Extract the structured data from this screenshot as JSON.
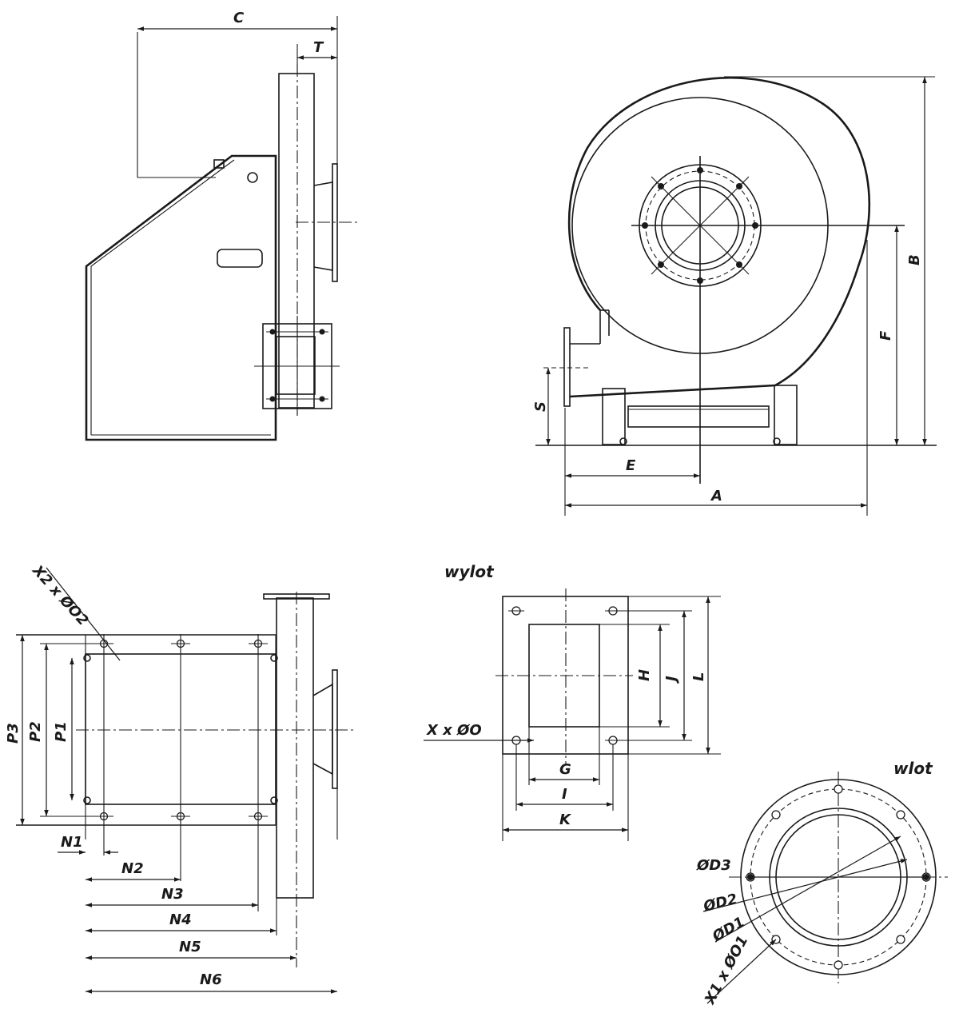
{
  "views": {
    "outlet_title": "wylot",
    "inlet_title": "wlot"
  },
  "dims": {
    "A": "A",
    "B": "B",
    "C": "C",
    "E": "E",
    "F": "F",
    "S": "S",
    "T": "T",
    "G": "G",
    "H": "H",
    "I": "I",
    "J": "J",
    "K": "K",
    "L": "L",
    "P1": "P1",
    "P2": "P2",
    "P3": "P3",
    "N1": "N1",
    "N2": "N2",
    "N3": "N3",
    "N4": "N4",
    "N5": "N5",
    "N6": "N6",
    "X2": "X2 x ØO2",
    "X_O": "X x ØO",
    "D1": "ØD1",
    "D2": "ØD2",
    "D3": "ØD3",
    "X1": "X1 x ØO1"
  }
}
